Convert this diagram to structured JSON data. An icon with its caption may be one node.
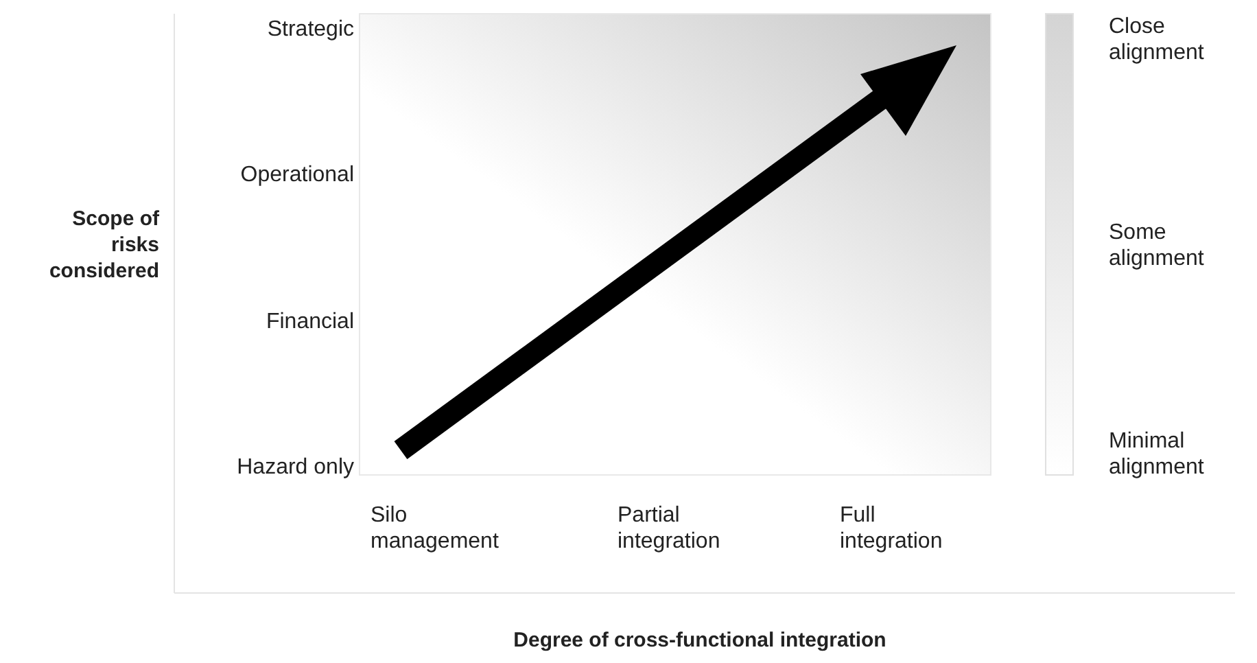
{
  "diagram": {
    "nodes": [
      {
        "text": [],
        "shape": "bar"
      }
    ],
    "labels": [
      "Strategic",
      "Close alignment",
      "Operational",
      "Scope of risks considered",
      "Some alignment",
      "Financial",
      "Hazard only",
      "Minimal alignment",
      "Silo management",
      "Partial integration",
      "Full integration",
      "Degree of cross-functional integration"
    ]
  }
}
